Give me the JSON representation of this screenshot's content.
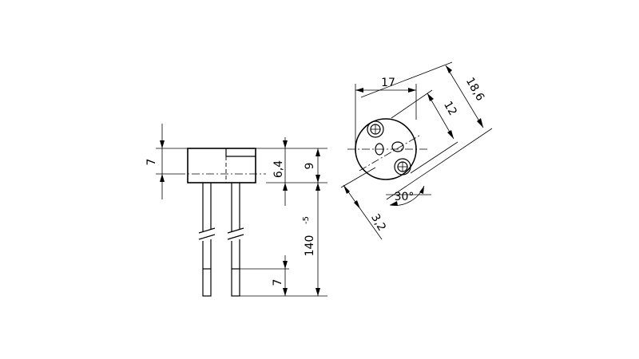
{
  "side_view": {
    "dims": {
      "body_height": "7",
      "pin_offset": "6,4",
      "overall_height": "9",
      "pin_length": "140",
      "pin_length_tol": "-5",
      "pin_tip": "7"
    }
  },
  "front_view": {
    "dims": {
      "width": "17",
      "diagonal": "18,6",
      "inner": "12",
      "offset": "3,2",
      "angle": "30°"
    }
  }
}
